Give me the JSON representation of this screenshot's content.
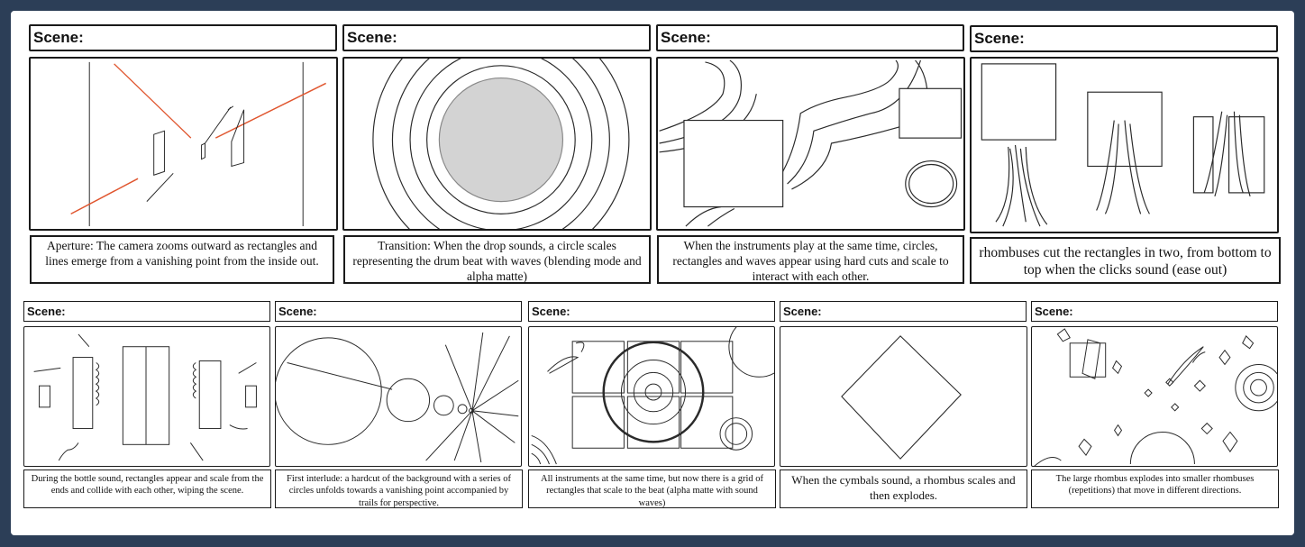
{
  "scene_label": "Scene:",
  "row1": [
    {
      "caption": "Aperture: The camera zooms outward as rectangles and lines emerge from a vanishing point from the inside out."
    },
    {
      "caption": "Transition: When the drop sounds, a circle scales representing the drum beat with waves (blending mode and alpha matte)"
    },
    {
      "caption": "When the instruments play at the same time, circles, rectangles and waves appear using hard cuts and scale to interact with each other."
    },
    {
      "caption": "rhombuses cut the rectangles in two, from bottom to top when the clicks sound (ease out)"
    }
  ],
  "row2": [
    {
      "caption": "During the bottle sound, rectangles appear and scale from the ends and collide with each other, wiping the scene."
    },
    {
      "caption": "First interlude: a hardcut of the background with a series of circles unfolds towards a vanishing point accompanied by trails for perspective."
    },
    {
      "caption": "All instruments at the same time, but now there is a grid of rectangles that scale to the beat (alpha matte with sound waves)"
    },
    {
      "caption": "When the cymbals sound, a rhombus scales and then explodes."
    },
    {
      "caption": "The large rhombus explodes into smaller rhombuses (repetitions) that move in different directions."
    }
  ],
  "colors": {
    "background": "#2c3e57",
    "sheet": "#ffffff",
    "sketch_line": "#2a2a2a",
    "accent_line": "#e0562f",
    "fill_circle": "#d3d3d3"
  }
}
